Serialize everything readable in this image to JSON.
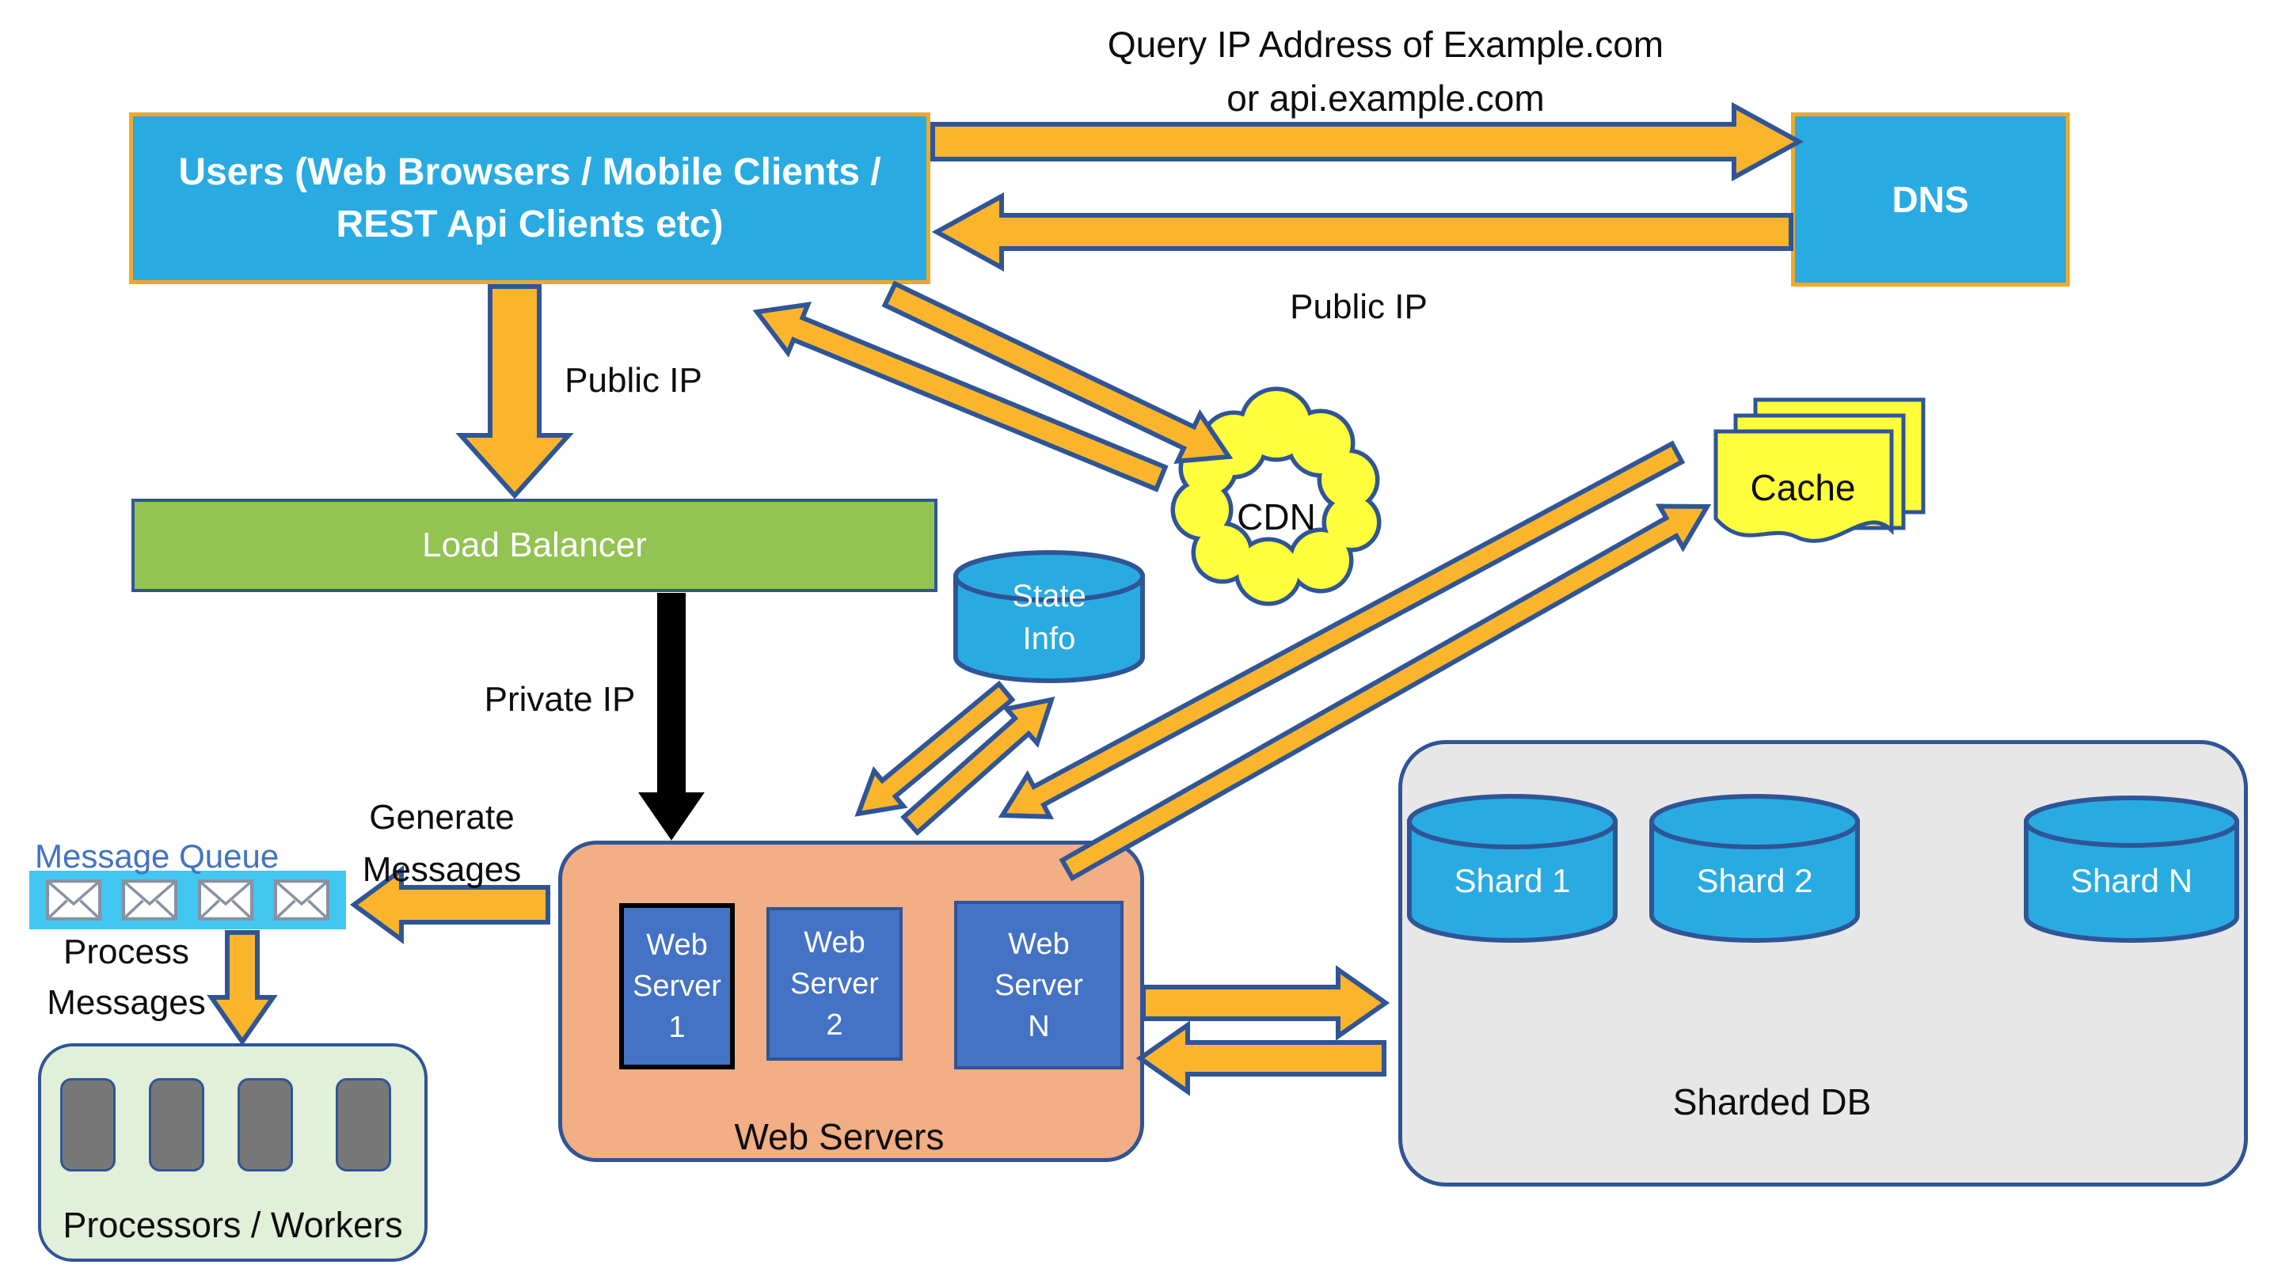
{
  "colors": {
    "node_blue": "#29ABE2",
    "royal_blue": "#4472C4",
    "orange_border": "#EFA929",
    "gold": "#FBB52D",
    "outline_blue": "#2F5597",
    "green": "#92C353",
    "salmon": "#F2AE84",
    "container_gray": "#E8E7E7",
    "light_green": "#E2EFD9",
    "worker_gray": "#787878",
    "queue_cyan": "#41C7F2",
    "yellow": "#FFFF3B",
    "black": "#000000",
    "mq_label_blue": "#4472C4",
    "envelope_stroke": "#8792A2"
  },
  "nodes": {
    "users": {
      "label": "Users (Web Browsers / Mobile Clients / REST Api Clients etc)"
    },
    "dns": {
      "label": "DNS"
    },
    "load_balancer": {
      "label": "Load Balancer"
    },
    "cdn": {
      "label": "CDN"
    },
    "cache": {
      "label": "Cache"
    },
    "state_info": {
      "label": "State Info"
    },
    "web_servers": {
      "label": "Web Servers",
      "servers": [
        {
          "lines": [
            "Web",
            "Server",
            "1"
          ]
        },
        {
          "lines": [
            "Web",
            "Server",
            "2"
          ]
        },
        {
          "lines": [
            "Web",
            "Server",
            "N"
          ]
        }
      ]
    },
    "sharded_db": {
      "label": "Sharded DB",
      "shards": [
        "Shard 1",
        "Shard 2",
        "Shard N"
      ]
    },
    "message_queue": {
      "label": "Message Queue",
      "envelope_count": 4
    },
    "processors": {
      "label": "Processors / Workers",
      "worker_count": 4
    }
  },
  "annotations": {
    "query_line1": "Query IP Address of Example.com",
    "query_line2": "or api.example.com",
    "public_ip_dns": "Public IP",
    "public_ip_lb": "Public IP",
    "private_ip": "Private IP",
    "generate_messages": "Generate Messages",
    "process_messages": "Process Messages"
  }
}
